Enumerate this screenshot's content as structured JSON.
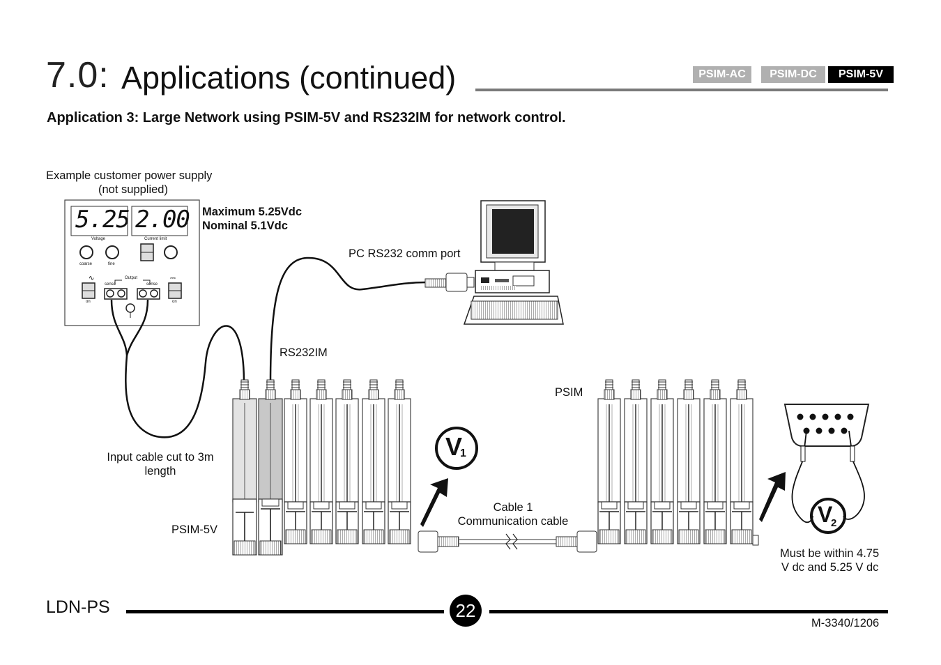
{
  "header": {
    "section_number": "7.0:",
    "title": "Applications (continued)",
    "tags": [
      "PSIM-AC",
      "PSIM-DC",
      "PSIM-5V"
    ]
  },
  "subtitle": "Application 3: Large Network using PSIM-5V and RS232IM for network control.",
  "diagram": {
    "power_supply_caption_1": "Example customer power supply",
    "power_supply_caption_2": "(not supplied)",
    "display_voltage": "5.25",
    "display_current": "2.00",
    "spec_max": "Maximum 5.25Vdc",
    "spec_nominal": "Nominal 5.1Vdc",
    "ps_voltage_label": "Voltage",
    "ps_current_label": "Current limit",
    "ps_coarse": "coarse",
    "ps_fine": "fine",
    "ps_output": "Output",
    "ps_sense_left": "sense",
    "ps_sense_right": "sense",
    "ps_on_left": "on",
    "ps_on_right": "on",
    "pc_port_label": "PC RS232 comm port",
    "rs232im_label": "RS232IM",
    "psim_label": "PSIM",
    "input_cable_1": "Input cable cut to 3m",
    "input_cable_2": "length",
    "psim5v_label": "PSIM-5V",
    "cable_label_1": "Cable 1",
    "cable_label_2": "Communication cable",
    "meter1_letter": "V",
    "meter1_sub": "1",
    "meter2_letter": "V",
    "meter2_sub": "2",
    "range_note_1": "Must be within 4.75",
    "range_note_2": "V dc and 5.25 V dc"
  },
  "footer": {
    "brand": "LDN-PS",
    "page_number": "22",
    "doc_code": "M-3340/1206"
  }
}
